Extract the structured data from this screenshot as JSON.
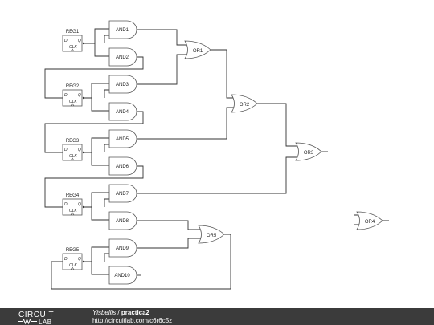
{
  "registers": [
    {
      "name": "REG1",
      "d": "D",
      "q": "Q",
      "clk": "CLK"
    },
    {
      "name": "REG2",
      "d": "D",
      "q": "Q",
      "clk": "CLK"
    },
    {
      "name": "REG3",
      "d": "D",
      "q": "Q",
      "clk": "CLK"
    },
    {
      "name": "REG4",
      "d": "D",
      "q": "Q",
      "clk": "CLK"
    },
    {
      "name": "REG5",
      "d": "D",
      "q": "Q",
      "clk": "CLK"
    }
  ],
  "and_gates": [
    "AND1",
    "AND2",
    "AND3",
    "AND4",
    "AND5",
    "AND6",
    "AND7",
    "AND8",
    "AND9",
    "AND10"
  ],
  "or_gates": [
    "OR1",
    "OR2",
    "OR3",
    "OR4",
    "OR5"
  ],
  "footer": {
    "logo_top": "CIRCUIT",
    "logo_bottom": "LAB",
    "user": "Yisbellis",
    "separator": " / ",
    "title": "practica2",
    "url": "http://circuitlab.com/c6r6c5z"
  },
  "colors": {
    "wire": "#333333",
    "gate_stroke": "#555555",
    "footer_bg": "#3b3b3b"
  }
}
